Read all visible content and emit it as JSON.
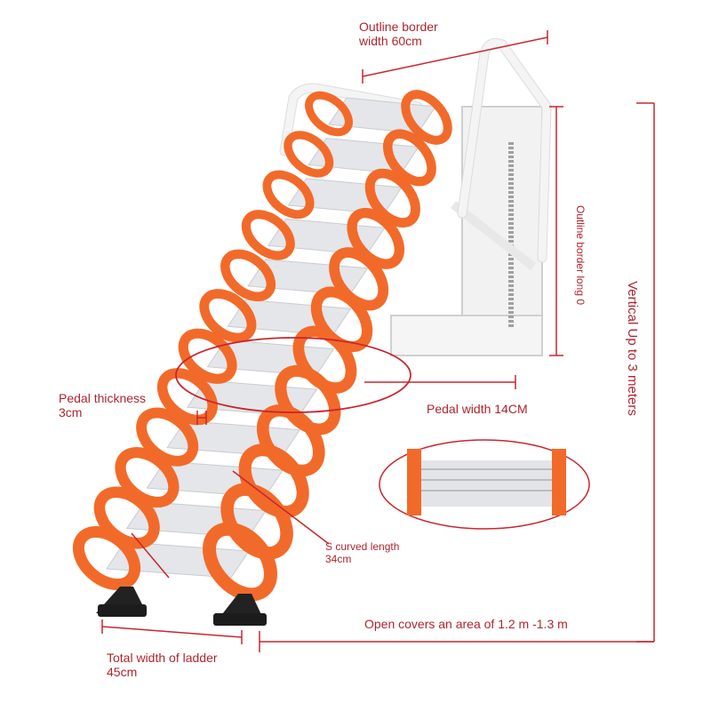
{
  "colors": {
    "annotation": "#b0252d",
    "ladder_orange": "#f26a2a",
    "tread_silver": "#e4e6ea",
    "frame_white": "#f2f2f2"
  },
  "labels": {
    "outline_width": [
      "Outline border",
      "width 60cm"
    ],
    "outline_long": "Outline border long 0",
    "vertical": "Vertical Up to 3 meters",
    "pedal_thickness": [
      "Pedal thickness",
      "3cm"
    ],
    "pedal_width": "Pedal width 14CM",
    "s_curved": [
      "S curved length",
      "34cm"
    ],
    "open_area": "Open covers an area of 1.2 m -1.3 m",
    "total_width": [
      "Total width of ladder",
      "45cm"
    ]
  }
}
